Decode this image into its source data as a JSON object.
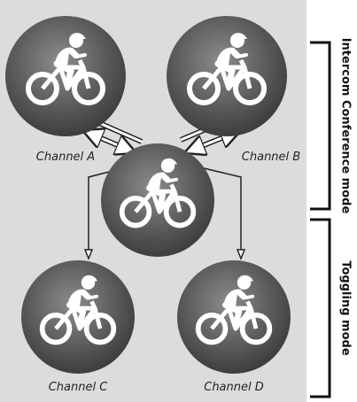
{
  "channels": [
    {
      "label": "Channel A"
    },
    {
      "label": "Channel B"
    },
    {
      "label": "Channel C"
    },
    {
      "label": "Channel D"
    }
  ],
  "modes": {
    "intercom_conference": "Intercom Conference mode",
    "toggling": "Toggling mode"
  },
  "colors": {
    "panel": "#dddddd",
    "disc_dark": "#4e4e4e",
    "disc_light": "#9a9a9a",
    "rider": "#ffffff",
    "bracket": "#111111"
  },
  "icons": [
    "cyclist-icon"
  ]
}
